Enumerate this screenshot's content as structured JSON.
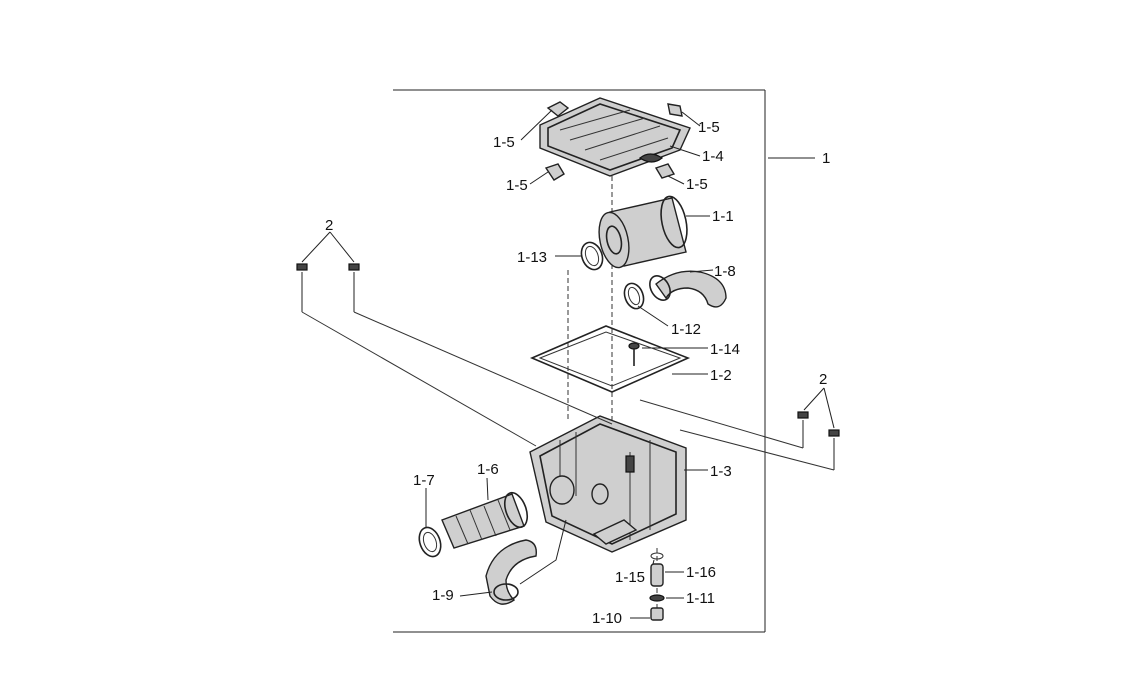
{
  "diagram": {
    "labels": {
      "assembly": "1",
      "filter_element": "1-1",
      "gasket": "1-2",
      "box": "1-3",
      "cover": "1-4",
      "clip_top_left": "1-5",
      "clip_top_right": "1-5",
      "clip_bottom_left": "1-5",
      "clip_bottom_right": "1-5",
      "intake_tube": "1-6",
      "clamp_left": "1-7",
      "hose_right": "1-8",
      "hose_bottom": "1-9",
      "drain_plug": "1-10",
      "drain_oring": "1-11",
      "clamp_right": "1-12",
      "clamp_filter": "1-13",
      "screw": "1-14",
      "drain_clip": "1-15",
      "drain_tube": "1-16",
      "grommet_group_left": "2",
      "grommet_group_right": "2"
    }
  }
}
